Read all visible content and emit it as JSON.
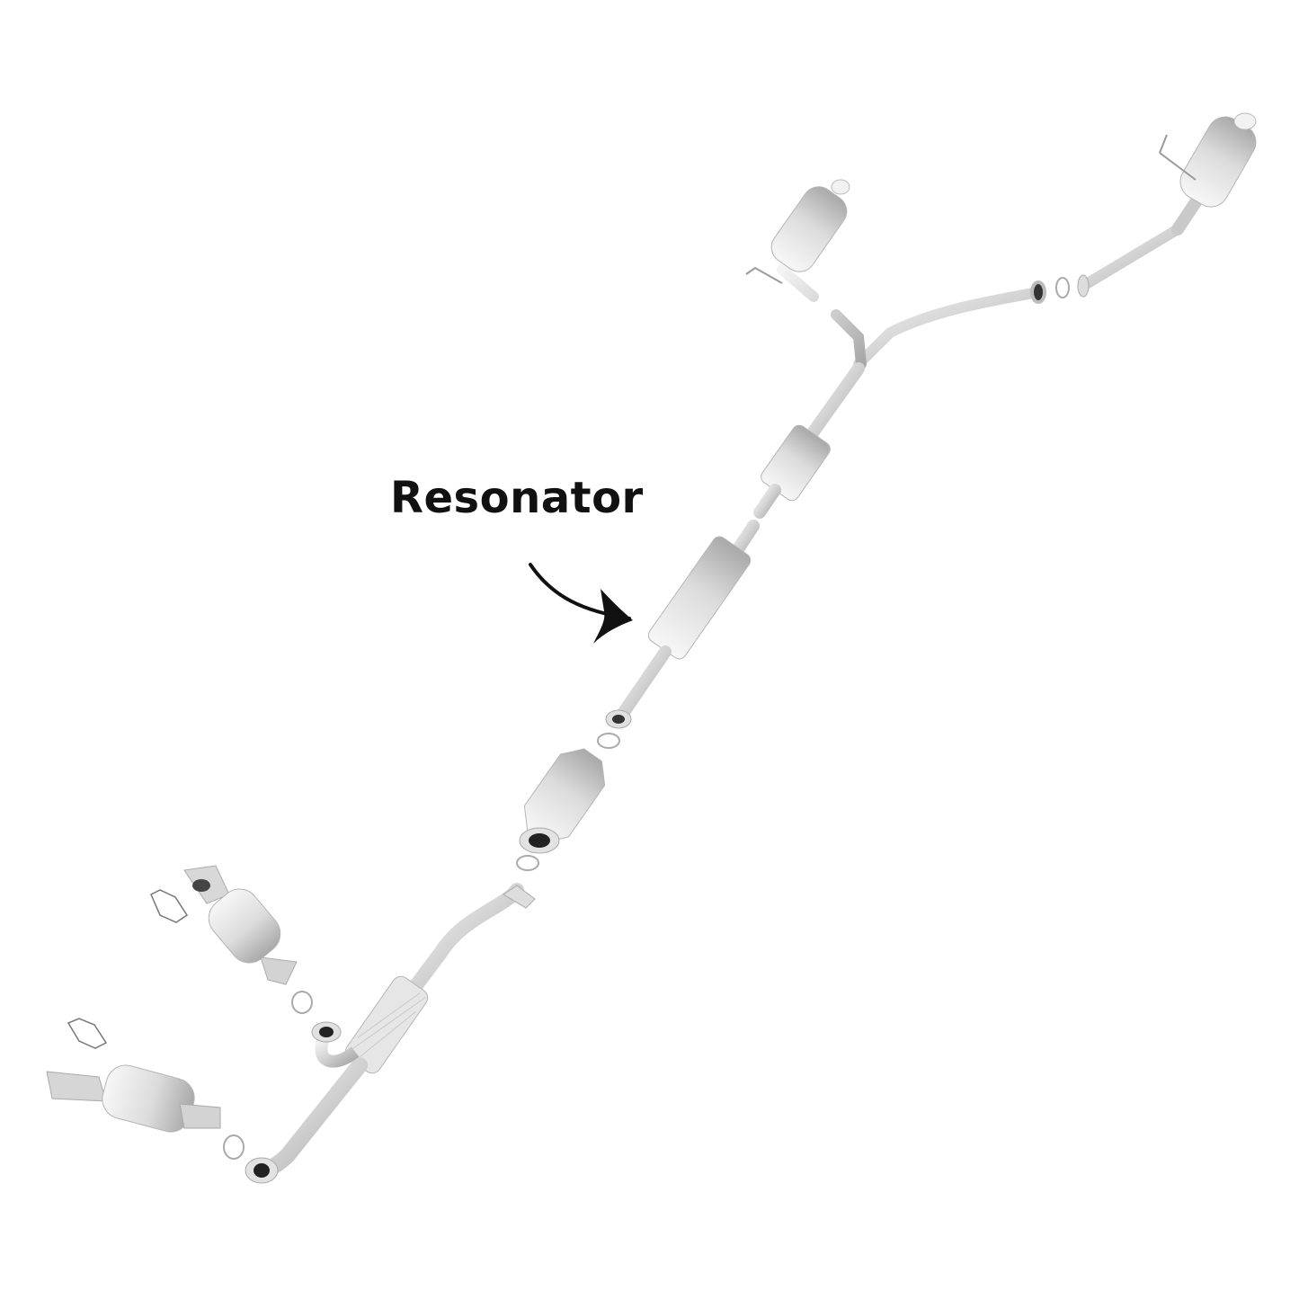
{
  "diagram": {
    "subject": "Exhaust system exploded view",
    "annotation": {
      "label": "Resonator",
      "arrow_target": "resonator"
    },
    "components": [
      {
        "name": "left-muffler"
      },
      {
        "name": "right-muffler"
      },
      {
        "name": "y-pipe"
      },
      {
        "name": "rear-pipe-gasket"
      },
      {
        "name": "intermediate-muffler"
      },
      {
        "name": "resonator"
      },
      {
        "name": "catalytic-converter"
      },
      {
        "name": "flex-front-pipe"
      },
      {
        "name": "upper-manifold-converter"
      },
      {
        "name": "lower-manifold-converter"
      },
      {
        "name": "manifold-gaskets"
      },
      {
        "name": "ring-gaskets"
      }
    ],
    "colors": {
      "background": "#ffffff",
      "metal_light": "#eeeeee",
      "metal_mid": "#c8c8c8",
      "metal_dark": "#9a9a9a",
      "text": "#111111"
    }
  }
}
